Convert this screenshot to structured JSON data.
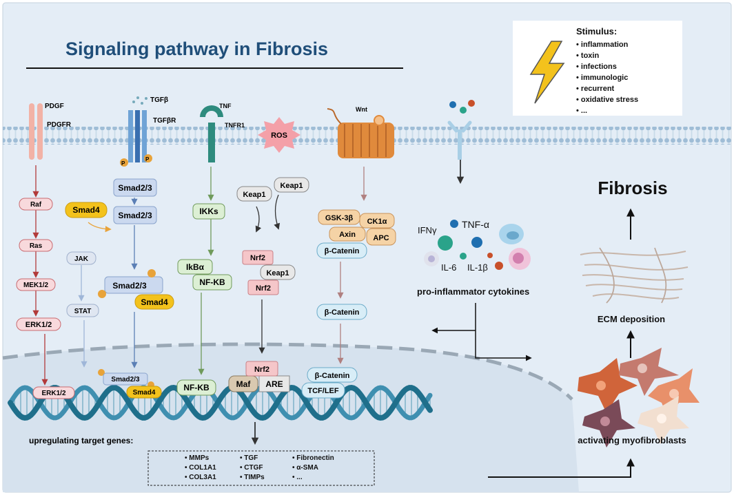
{
  "title": "Signaling pathway in Fibrosis",
  "stimulus": {
    "heading": "Stimulus:",
    "items": [
      "inflammation",
      "toxin",
      "infections",
      "immunologic",
      "recurrent",
      "oxidative stress",
      "..."
    ]
  },
  "receptors": {
    "pdgf": "PDGF",
    "pdgfr": "PDGFR",
    "tgfb": "TGFβ",
    "tgfbr": "TGFβR",
    "tnf": "TNF",
    "tnfr1": "TNFR1",
    "ros": "ROS",
    "wnt": "Wnt",
    "p": "P"
  },
  "nodes": {
    "raf": "Raf",
    "ras": "Ras",
    "mek": "MEK1/2",
    "erk": "ERK1/2",
    "erk_nuc": "ERK1/2",
    "jak": "JAK",
    "stat": "STAT",
    "smad23_a": "Smad2/3",
    "smad4_a": "Smad4",
    "smad23_b": "Smad2/3",
    "smad23_c": "Smad2/3",
    "smad4_c": "Smad4",
    "smad23_nuc": "Smad2/3",
    "smad4_nuc": "Smad4",
    "ikks": "IKKs",
    "ikba": "IkBα",
    "nfkb": "NF-KB",
    "nfkb_nuc": "NF-KB",
    "keap1_a": "Keap1",
    "keap1_b": "Keap1",
    "nrf2_a": "Nrf2",
    "keap1_c": "Keap1",
    "nrf2_b": "Nrf2",
    "nrf2_nuc": "Nrf2",
    "maf": "Maf",
    "are": "ARE",
    "gsk": "GSK-3β",
    "ck1a": "CK1α",
    "axin": "Axin",
    "apc": "APC",
    "bcat_a": "β-Catenin",
    "bcat_b": "β-Catenin",
    "bcat_nuc": "β-Catenin",
    "tcf": "TCF/LEF"
  },
  "cytokines": {
    "ifng": "IFNγ",
    "tnfa": "TNF-α",
    "il6": "IL-6",
    "il1b": "IL-1β",
    "label": "pro-inflammator cytokines"
  },
  "right": {
    "fibrosis": "Fibrosis",
    "ecm": "ECM deposition",
    "myo": "activating myofibroblasts"
  },
  "genes": {
    "heading": "upregulating target genes:",
    "col1": [
      "MMPs",
      "COL1A1",
      "COL3A1"
    ],
    "col2": [
      "TGF",
      "CTGF",
      "TIMPs"
    ],
    "col3": [
      "Fibronectin",
      "α-SMA",
      "..."
    ]
  },
  "colors": {
    "background": "#e4edf6",
    "title": "#1f4e79",
    "membrane": "#a9c6dc",
    "dna": "#1f6f8b",
    "mapk": "#f8d9dc",
    "smad": "#cbd9ef",
    "smad4": "#f3c21c",
    "nfkb": "#dcefd4",
    "nrf2": "#f5c6c9",
    "keap": "#e8e8e8",
    "wnt": "#f5d3a6",
    "bcat": "#d8edf7"
  }
}
